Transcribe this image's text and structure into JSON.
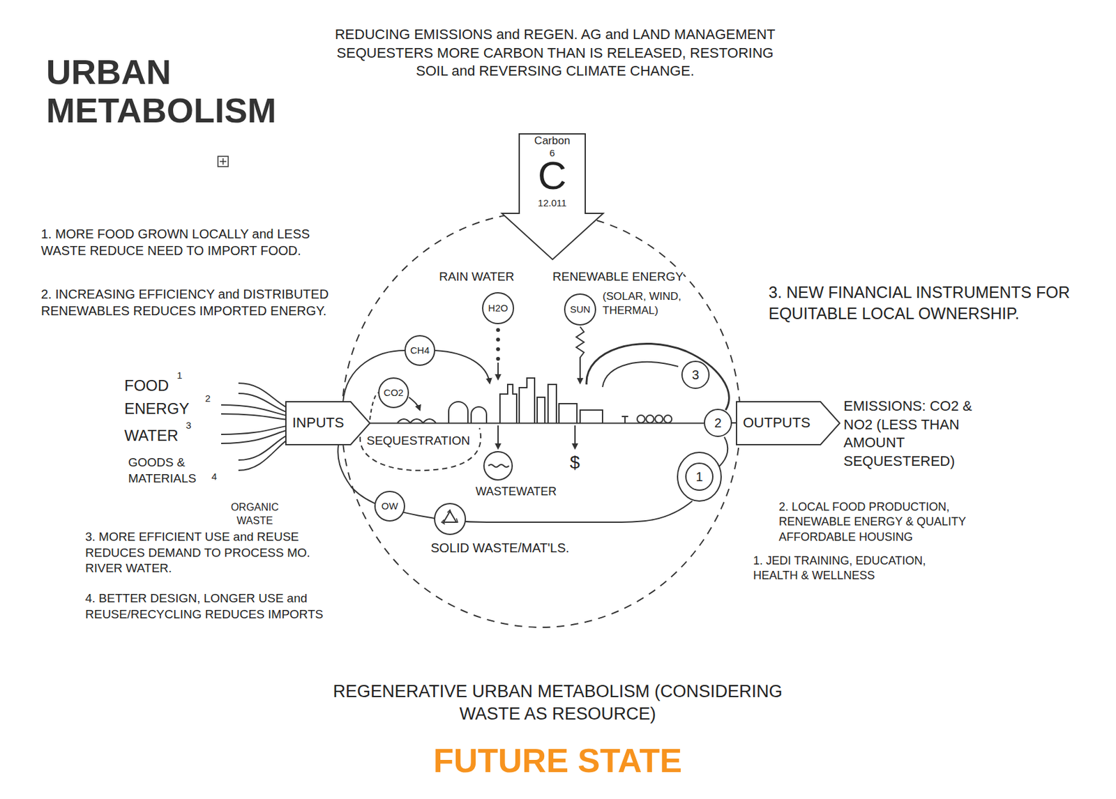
{
  "diagram": {
    "title": "URBAN METABOLISM",
    "caption": "FUTURE STATE",
    "nodes": [
      {
        "text": [
          "Carbon",
          "6",
          "C",
          "12.011"
        ]
      },
      {
        "text": [
          "H2O"
        ]
      },
      {
        "text": [
          "SUN"
        ]
      },
      {
        "text": [
          "CH4"
        ]
      },
      {
        "text": [
          "CO2"
        ]
      },
      {
        "text": [
          "INPUTS"
        ]
      },
      {
        "text": [
          "3"
        ]
      },
      {
        "text": [
          "2"
        ]
      },
      {
        "text": [
          "OUTPUTS"
        ]
      },
      {
        "text": [
          "1"
        ]
      },
      {
        "text": [
          "OW"
        ]
      }
    ],
    "edges": [
      {
        "from": 5,
        "to": 7,
        "arrow": "none"
      },
      {
        "from": 7,
        "to": 8,
        "arrow": "none"
      }
    ],
    "labels": [
      "REDUCING EMISSIONS and REGEN. AG and LAND MANAGEMENT SEQUESTERS MORE CARBON THAN IS RELEASED, RESTORING SOIL and REVERSING CLIMATE CHANGE.",
      "1. MORE FOOD GROWN LOCALLY and LESS WASTE REDUCE NEED TO IMPORT FOOD.",
      "2. INCREASING EFFICIENCY and DISTRIBUTED RENEWABLES REDUCES IMPORTED ENERGY.",
      "FOOD",
      "1",
      "ENERGY",
      "2",
      "WATER",
      "3",
      "GOODS & MATERIALS",
      "4",
      "RAIN WATER",
      "RENEWABLE ENERGY",
      "(SOLAR, WIND, THERMAL)",
      "SEQUESTRATION",
      "WASTEWATER",
      "$",
      "ORGANIC WASTE",
      "SOLID WASTE/MAT'LS.",
      "3. MORE EFFICIENT USE and REUSE REDUCES DEMAND TO PROCESS MO. RIVER WATER.",
      "4. BETTER DESIGN, LONGER USE and REUSE/RECYCLING REDUCES IMPORTS",
      "3. NEW FINANCIAL INSTRUMENTS FOR EQUITABLE LOCAL OWNERSHIP.",
      "EMISSIONS: CO2 & NO2 (LESS THAN AMOUNT SEQUESTERED)",
      "2. LOCAL FOOD PRODUCTION, RENEWABLE ENERGY & QUALITY AFFORDABLE HOUSING",
      "1. JEDI TRAINING, EDUCATION, HEALTH & WELLNESS",
      "REGENERATIVE URBAN METABOLISM (CONSIDERING WASTE AS RESOURCE)"
    ]
  }
}
